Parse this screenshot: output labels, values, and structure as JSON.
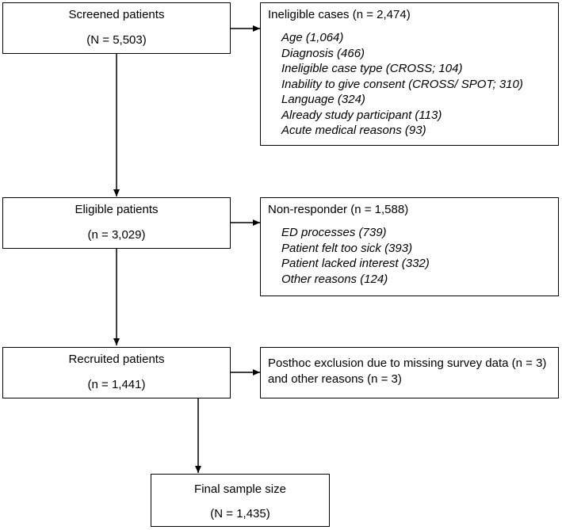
{
  "flow": {
    "screened": {
      "title": "Screened patients",
      "count": "(N = 5,503)"
    },
    "ineligible": {
      "title": "Ineligible cases (n = 2,474)",
      "items": [
        "Age (1,064)",
        "Diagnosis (466)",
        "Ineligible case type (CROSS; 104)",
        "Inability to give consent (CROSS/ SPOT; 310)",
        "Language (324)",
        "Already study participant (113)",
        "Acute medical reasons (93)"
      ]
    },
    "eligible": {
      "title": "Eligible patients",
      "count": "(n = 3,029)"
    },
    "nonresponder": {
      "title": "Non-responder (n = 1,588)",
      "items": [
        "ED processes (739)",
        "Patient felt too sick (393)",
        "Patient lacked interest (332)",
        "Other reasons (124)"
      ]
    },
    "recruited": {
      "title": "Recruited patients",
      "count": "(n = 1,441)"
    },
    "posthoc": {
      "title": "Posthoc exclusion due to missing survey data (n = 3) and other reasons (n = 3)"
    },
    "final": {
      "title": "Final sample size",
      "count": "(N = 1,435)"
    }
  }
}
